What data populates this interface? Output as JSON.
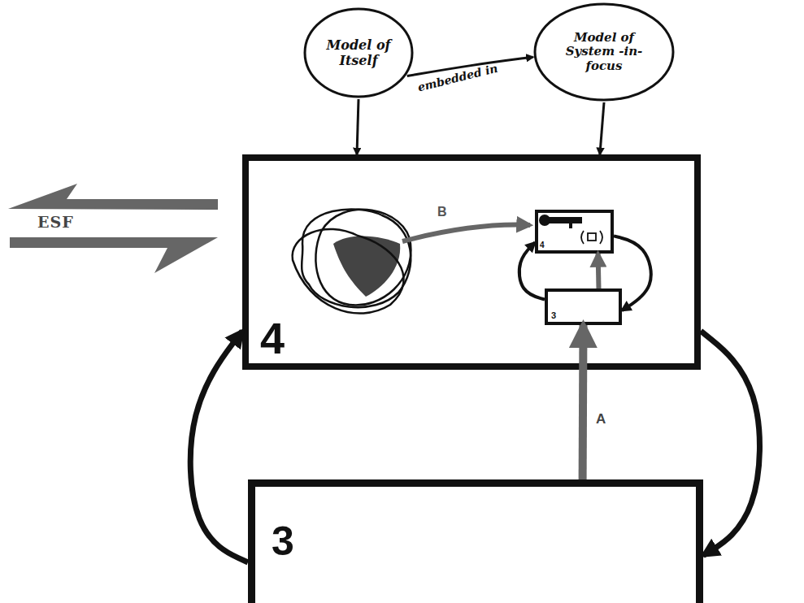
{
  "diagram": {
    "nodes": [
      {
        "text": [
          "Model of Itself"
        ]
      },
      {
        "text": [
          "Model of System -in- focus"
        ]
      },
      {
        "text": [
          "4"
        ]
      },
      {
        "text": [
          "4"
        ],
        "in": 2
      },
      {
        "text": [
          "3"
        ],
        "in": 2
      },
      {
        "text": [
          "3"
        ]
      }
    ],
    "edges": [
      {
        "from": 0,
        "to": 2,
        "arrow": "to"
      },
      {
        "from": 0,
        "to": 1,
        "arrow": "to",
        "label": "embedded in"
      },
      {
        "from": 1,
        "to": 2,
        "arrow": "to"
      },
      {
        "from": 5,
        "to": 4,
        "arrow": "to",
        "label": "A"
      },
      {
        "from": 4,
        "to": 3,
        "arrow": "to"
      },
      {
        "from": 3,
        "to": 4,
        "arrow": "to"
      },
      {
        "from": 4,
        "to": 3,
        "arrow": "to"
      },
      {
        "from": 5,
        "to": 2,
        "arrow": "to"
      },
      {
        "from": 2,
        "to": 5,
        "arrow": "to"
      }
    ],
    "labels": [
      "ESF",
      "B"
    ]
  }
}
